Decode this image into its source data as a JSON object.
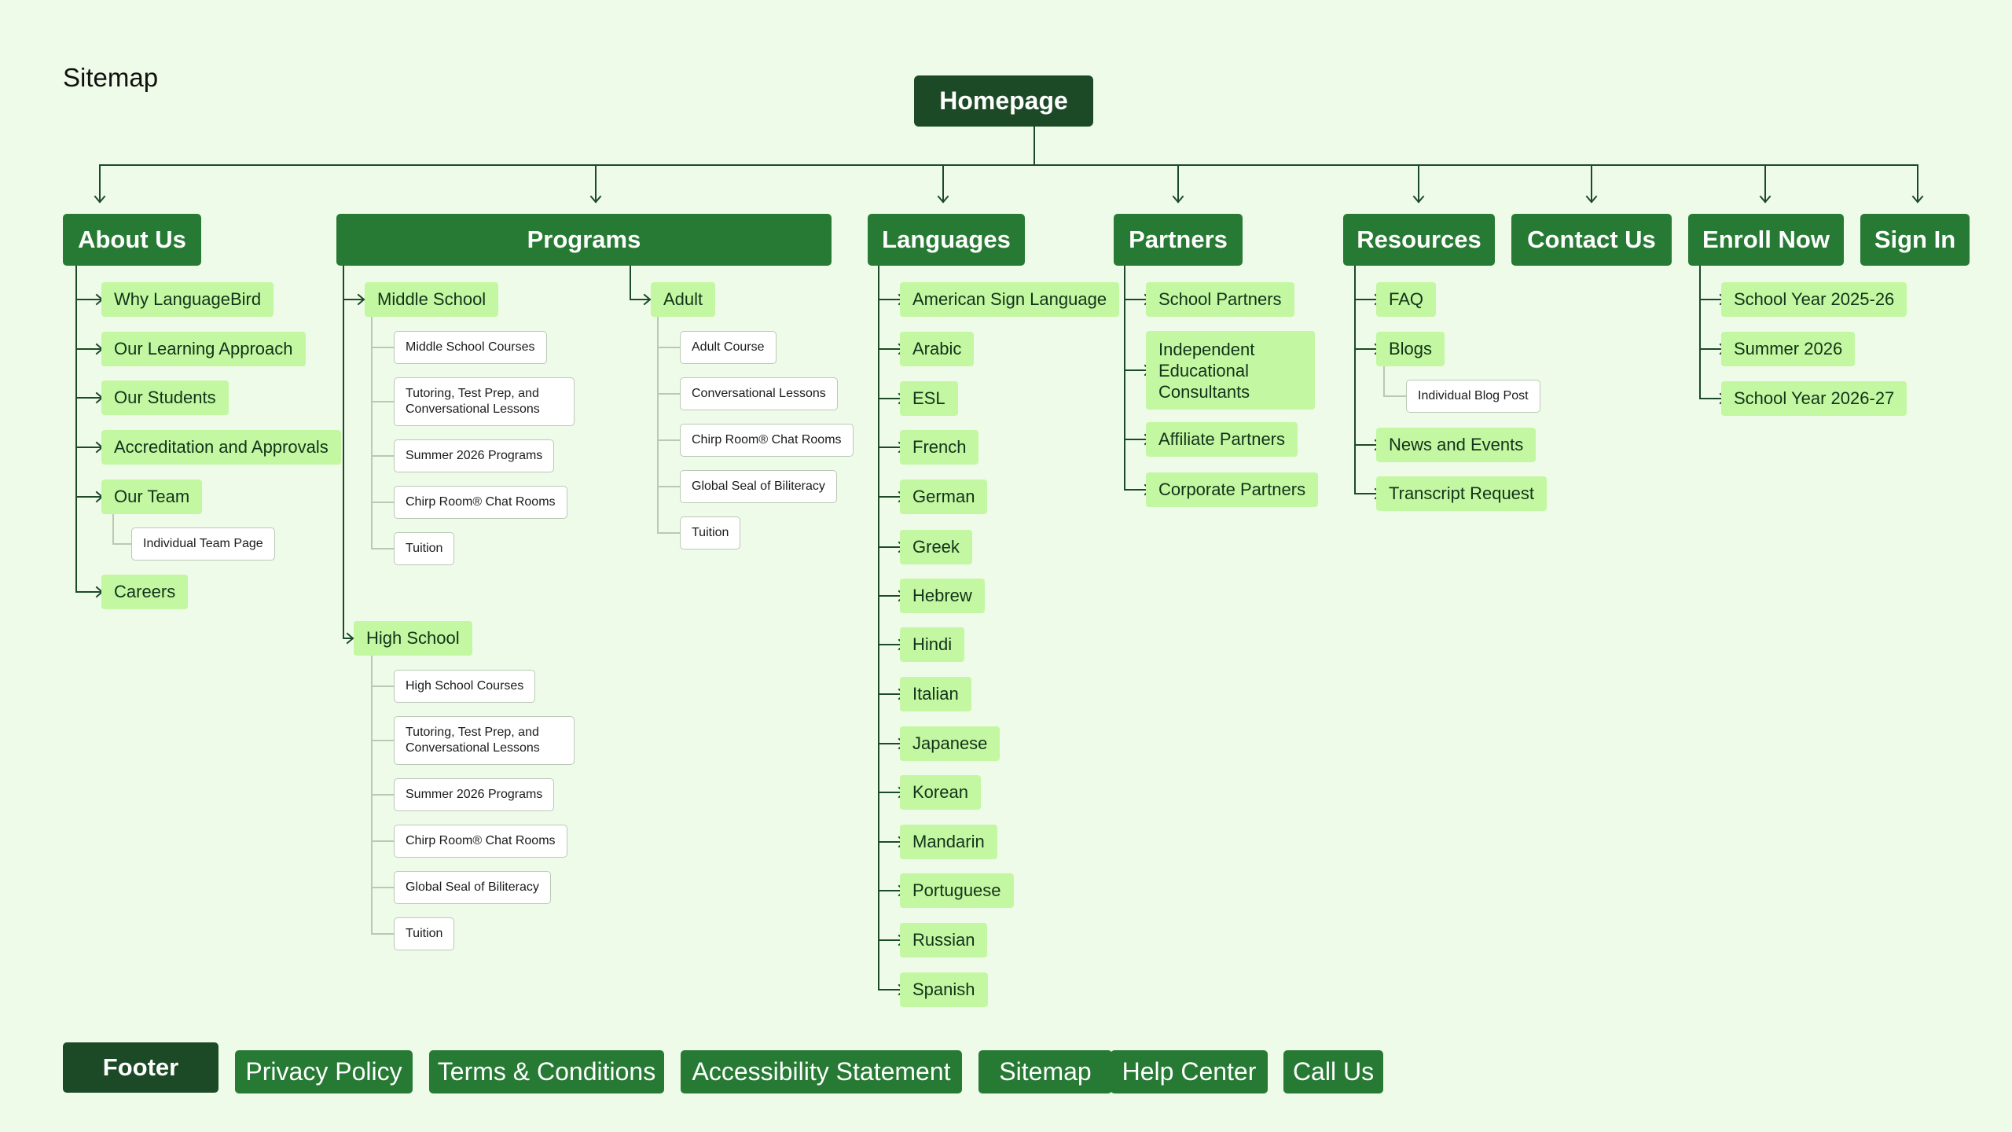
{
  "title": "Sitemap",
  "root": "Homepage",
  "sections": {
    "about": {
      "label": "About Us",
      "items": [
        "Why LanguageBird",
        "Our Learning Approach",
        "Our Students",
        "Accreditation and Approvals",
        "Our Team",
        "Careers"
      ],
      "team_sub": "Individual Team Page"
    },
    "programs": {
      "label": "Programs",
      "middle": {
        "label": "Middle School",
        "items": [
          "Middle School Courses",
          "Tutoring, Test Prep, and Conversational Lessons",
          "Summer 2026 Programs",
          "Chirp Room® Chat Rooms",
          "Tuition"
        ]
      },
      "adult": {
        "label": "Adult",
        "items": [
          "Adult Course",
          "Conversational Lessons",
          "Chirp Room® Chat Rooms",
          "Global Seal of Biliteracy",
          "Tuition"
        ]
      },
      "high": {
        "label": "High School",
        "items": [
          "High School Courses",
          "Tutoring, Test Prep, and Conversational Lessons",
          "Summer 2026 Programs",
          "Chirp Room® Chat Rooms",
          "Global Seal of Biliteracy",
          "Tuition"
        ]
      }
    },
    "languages": {
      "label": "Languages",
      "items": [
        "American Sign Language",
        "Arabic",
        "ESL",
        "French",
        "German",
        "Greek",
        "Hebrew",
        "Hindi",
        "Italian",
        "Japanese",
        "Korean",
        "Mandarin",
        "Portuguese",
        "Russian",
        "Spanish"
      ]
    },
    "partners": {
      "label": "Partners",
      "items": [
        "School Partners",
        "Independent Educational Consultants",
        "Affiliate Partners",
        "Corporate Partners"
      ]
    },
    "resources": {
      "label": "Resources",
      "items": [
        "FAQ",
        "Blogs",
        "News and Events",
        "Transcript Request"
      ],
      "blogs_sub": "Individual Blog Post"
    },
    "contact": {
      "label": "Contact Us"
    },
    "enroll": {
      "label": "Enroll Now",
      "items": [
        "School Year 2025-26",
        "Summer 2026",
        "School Year 2026-27"
      ]
    },
    "signin": {
      "label": "Sign In"
    }
  },
  "footer": {
    "label": "Footer",
    "items": [
      "Privacy Policy",
      "Terms & Conditions",
      "Accessibility Statement",
      "Sitemap",
      "Help Center",
      "Call Us"
    ]
  },
  "colors": {
    "background": "#effbe9",
    "root": "#1d4a26",
    "section": "#277a34",
    "pill": "#c4f7a1",
    "leaf": "#ffffff",
    "line": "#1d4a26"
  }
}
